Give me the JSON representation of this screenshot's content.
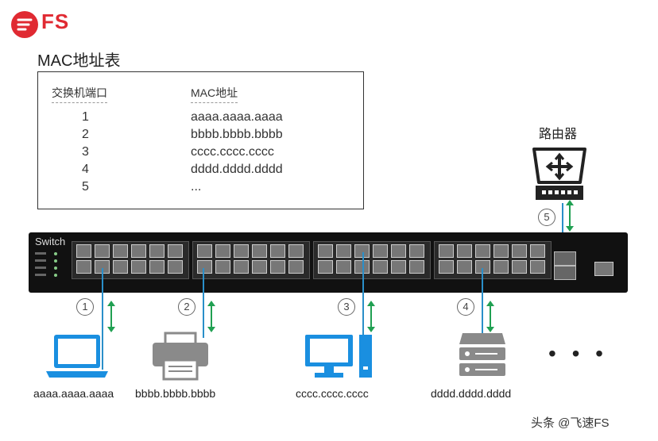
{
  "logo": {
    "text": "FS"
  },
  "mac_table": {
    "title": "MAC地址表",
    "col_port": "交换机端口",
    "col_mac": "MAC地址",
    "rows": [
      {
        "port": "1",
        "mac": "aaaa.aaaa.aaaa"
      },
      {
        "port": "2",
        "mac": "bbbb.bbbb.bbbb"
      },
      {
        "port": "3",
        "mac": "cccc.cccc.cccc"
      },
      {
        "port": "4",
        "mac": "dddd.dddd.dddd"
      },
      {
        "port": "5",
        "mac": "..."
      }
    ]
  },
  "switch": {
    "label": "Switch"
  },
  "router": {
    "label": "路由器",
    "port_number": "5"
  },
  "devices": [
    {
      "type": "laptop-icon",
      "port_number": "1",
      "mac": "aaaa.aaaa.aaaa"
    },
    {
      "type": "printer-icon",
      "port_number": "2",
      "mac": "bbbb.bbbb.bbbb"
    },
    {
      "type": "desktop-icon",
      "port_number": "3",
      "mac": "cccc.cccc.cccc"
    },
    {
      "type": "server-icon",
      "port_number": "4",
      "mac": "dddd.dddd.dddd"
    }
  ],
  "more_devices": "• • •",
  "watermark": "头条 @飞速FS",
  "colors": {
    "brand": "#e02a32",
    "device_blue": "#1a8fe0",
    "device_gray": "#8a8a8a",
    "cable": "#2a8fc9",
    "arrow": "#20a052"
  }
}
